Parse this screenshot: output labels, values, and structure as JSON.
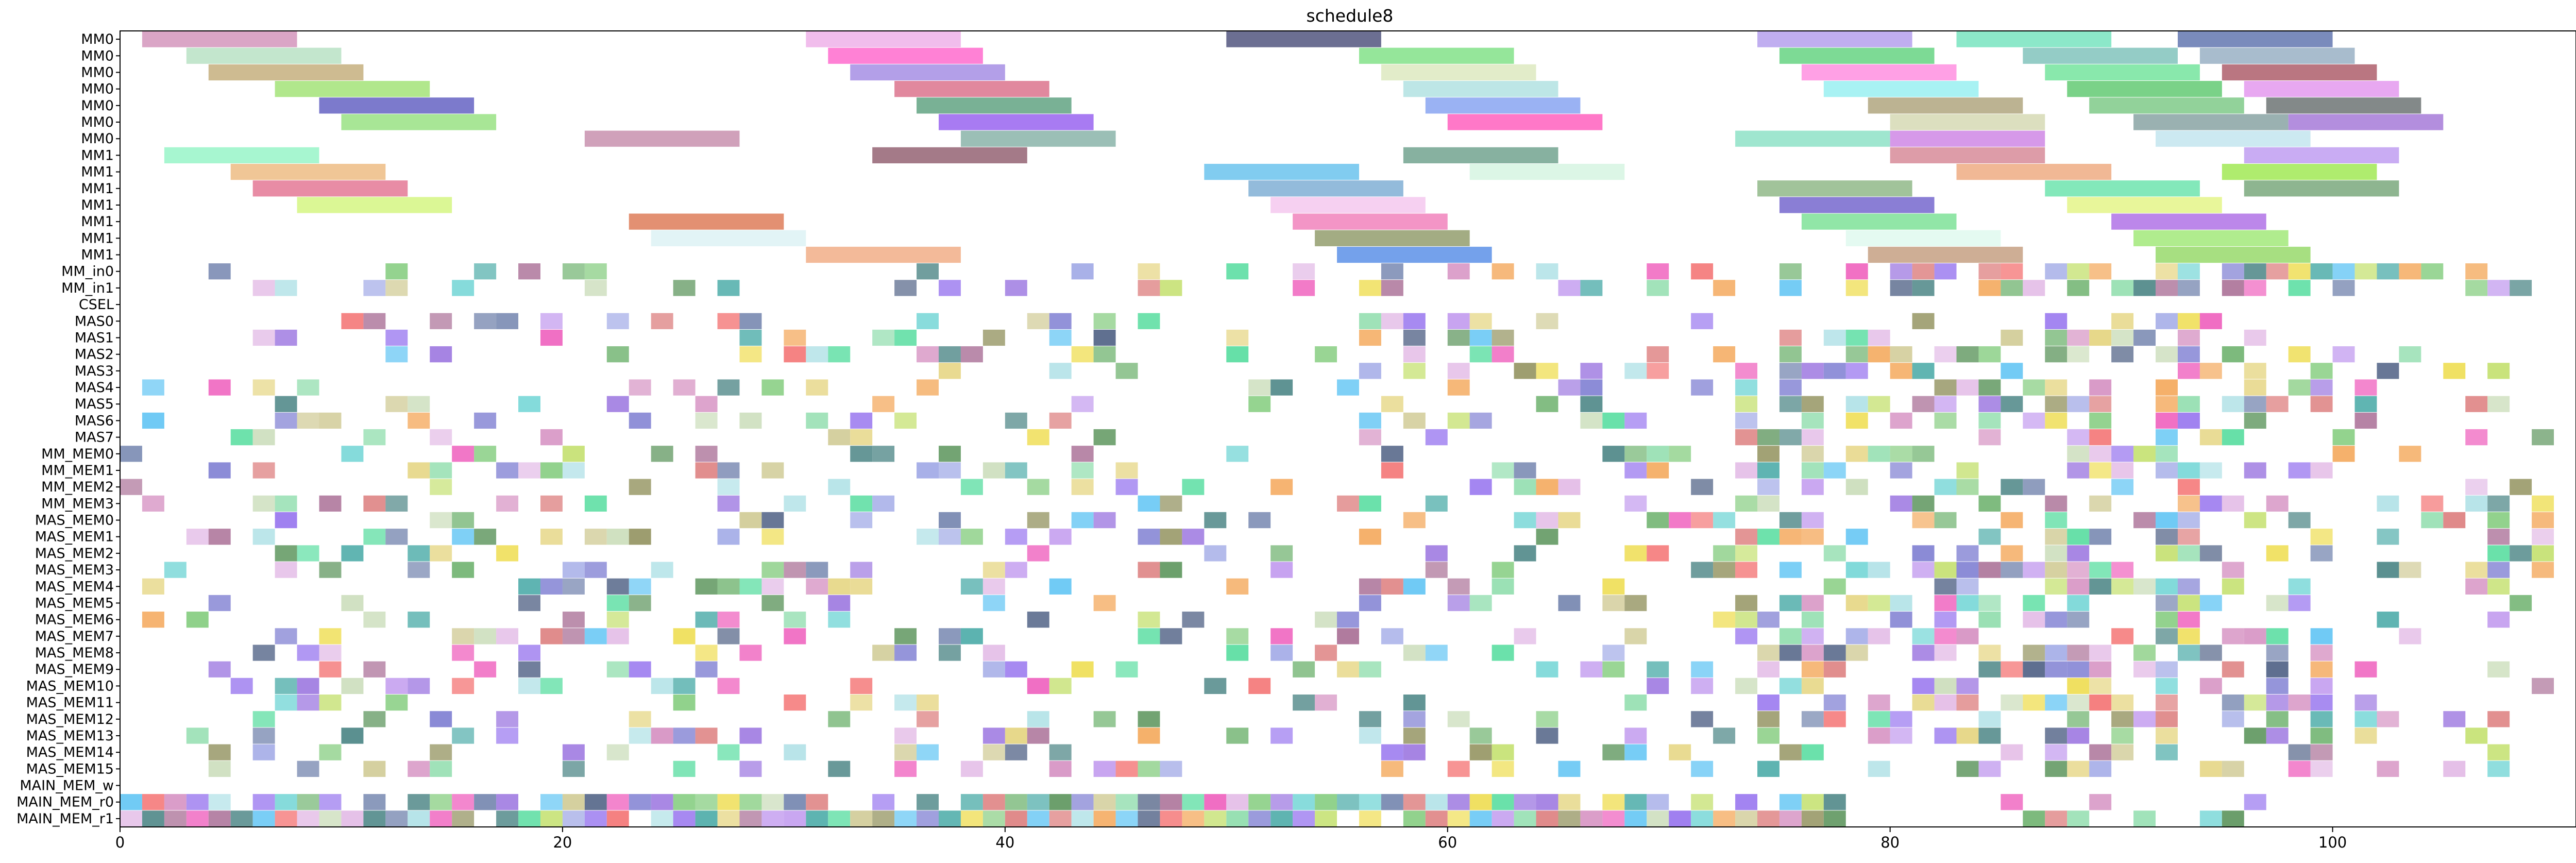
{
  "chart_data": {
    "type": "gantt",
    "title": "schedule8",
    "xlabel": "",
    "ylabel": "",
    "xlim": [
      0,
      111
    ],
    "xticks": [
      0,
      20,
      40,
      60,
      80,
      100
    ],
    "grid": false,
    "legend": "none",
    "rows": [
      "MM0",
      "MM0",
      "MM0",
      "MM0",
      "MM0",
      "MM0",
      "MM0",
      "MM1",
      "MM1",
      "MM1",
      "MM1",
      "MM1",
      "MM1",
      "MM1",
      "MM_in0",
      "MM_in1",
      "CSEL",
      "MAS0",
      "MAS1",
      "MAS2",
      "MAS3",
      "MAS4",
      "MAS5",
      "MAS6",
      "MAS7",
      "MM_MEM0",
      "MM_MEM1",
      "MM_MEM2",
      "MM_MEM3",
      "MAS_MEM0",
      "MAS_MEM1",
      "MAS_MEM2",
      "MAS_MEM3",
      "MAS_MEM4",
      "MAS_MEM5",
      "MAS_MEM6",
      "MAS_MEM7",
      "MAS_MEM8",
      "MAS_MEM9",
      "MAS_MEM10",
      "MAS_MEM11",
      "MAS_MEM12",
      "MAS_MEM13",
      "MAS_MEM14",
      "MAS_MEM15",
      "MAIN_MEM_w",
      "MAIN_MEM_r0",
      "MAIN_MEM_r1"
    ],
    "bars": [
      {
        "row": 0,
        "start": 1,
        "end": 8,
        "color": "#d69bc0"
      },
      {
        "row": 0,
        "start": 31,
        "end": 38,
        "color": "#efb6ea"
      },
      {
        "row": 0,
        "start": 50,
        "end": 57,
        "color": "#5c5f86"
      },
      {
        "row": 0,
        "start": 74,
        "end": 81,
        "color": "#b9a5ee"
      },
      {
        "row": 0,
        "start": 83,
        "end": 90,
        "color": "#7fe6c3"
      },
      {
        "row": 0,
        "start": 93,
        "end": 100,
        "color": "#6c7eb5"
      },
      {
        "row": 1,
        "start": 3,
        "end": 10,
        "color": "#bde3c8"
      },
      {
        "row": 1,
        "start": 32,
        "end": 39,
        "color": "#ff73d0"
      },
      {
        "row": 1,
        "start": 56,
        "end": 63,
        "color": "#8ae38f"
      },
      {
        "row": 1,
        "start": 75,
        "end": 82,
        "color": "#6fd68a"
      },
      {
        "row": 1,
        "start": 86,
        "end": 93,
        "color": "#88c7c0"
      },
      {
        "row": 1,
        "start": 94,
        "end": 101,
        "color": "#9fb5c8"
      },
      {
        "row": 2,
        "start": 4,
        "end": 11,
        "color": "#c9b485"
      },
      {
        "row": 2,
        "start": 33,
        "end": 40,
        "color": "#ab95e6"
      },
      {
        "row": 2,
        "start": 57,
        "end": 64,
        "color": "#dfeac3"
      },
      {
        "row": 2,
        "start": 76,
        "end": 83,
        "color": "#ff96e2"
      },
      {
        "row": 2,
        "start": 87,
        "end": 94,
        "color": "#7ce6a3"
      },
      {
        "row": 2,
        "start": 95,
        "end": 102,
        "color": "#b26773"
      },
      {
        "row": 3,
        "start": 7,
        "end": 14,
        "color": "#a8e47f"
      },
      {
        "row": 3,
        "start": 35,
        "end": 42,
        "color": "#de7b93"
      },
      {
        "row": 3,
        "start": 58,
        "end": 65,
        "color": "#b6e3e3"
      },
      {
        "row": 3,
        "start": 77,
        "end": 84,
        "color": "#9ef1f2"
      },
      {
        "row": 3,
        "start": 88,
        "end": 95,
        "color": "#6ccd7b"
      },
      {
        "row": 3,
        "start": 96,
        "end": 103,
        "color": "#e59ff0"
      },
      {
        "row": 4,
        "start": 9,
        "end": 16,
        "color": "#6e6bc7"
      },
      {
        "row": 4,
        "start": 36,
        "end": 43,
        "color": "#6aa88a"
      },
      {
        "row": 4,
        "start": 59,
        "end": 66,
        "color": "#8faaf2"
      },
      {
        "row": 4,
        "start": 79,
        "end": 86,
        "color": "#b5ab86"
      },
      {
        "row": 4,
        "start": 89,
        "end": 96,
        "color": "#86cd8f"
      },
      {
        "row": 4,
        "start": 97,
        "end": 104,
        "color": "#767c7c"
      },
      {
        "row": 5,
        "start": 10,
        "end": 17,
        "color": "#9ee38b"
      },
      {
        "row": 5,
        "start": 37,
        "end": 44,
        "color": "#9f6df1"
      },
      {
        "row": 5,
        "start": 60,
        "end": 67,
        "color": "#ff69c2"
      },
      {
        "row": 5,
        "start": 80,
        "end": 87,
        "color": "#d8dbb8"
      },
      {
        "row": 5,
        "start": 91,
        "end": 98,
        "color": "#8fa8a8"
      },
      {
        "row": 5,
        "start": 98,
        "end": 105,
        "color": "#ab82da"
      },
      {
        "row": 6,
        "start": 21,
        "end": 28,
        "color": "#cb97b2"
      },
      {
        "row": 6,
        "start": 38,
        "end": 45,
        "color": "#90b8ae"
      },
      {
        "row": 6,
        "start": 73,
        "end": 80,
        "color": "#95e3ca"
      },
      {
        "row": 6,
        "start": 80,
        "end": 87,
        "color": "#d28ee7"
      },
      {
        "row": 6,
        "start": 92,
        "end": 99,
        "color": "#c6e7ef"
      },
      {
        "row": 7,
        "start": 2,
        "end": 9,
        "color": "#9df5cb"
      },
      {
        "row": 7,
        "start": 34,
        "end": 41,
        "color": "#9a6c7b"
      },
      {
        "row": 7,
        "start": 58,
        "end": 65,
        "color": "#7aa896"
      },
      {
        "row": 7,
        "start": 80,
        "end": 87,
        "color": "#d9919e"
      },
      {
        "row": 7,
        "start": 96,
        "end": 103,
        "color": "#c3a3f2"
      },
      {
        "row": 8,
        "start": 5,
        "end": 12,
        "color": "#eec08b"
      },
      {
        "row": 8,
        "start": 49,
        "end": 56,
        "color": "#73c6ee"
      },
      {
        "row": 8,
        "start": 61,
        "end": 68,
        "color": "#d8f5e3"
      },
      {
        "row": 8,
        "start": 83,
        "end": 90,
        "color": "#efb08a"
      },
      {
        "row": 8,
        "start": 95,
        "end": 102,
        "color": "#a6ea5e"
      },
      {
        "row": 9,
        "start": 6,
        "end": 13,
        "color": "#e57f9b"
      },
      {
        "row": 9,
        "start": 51,
        "end": 58,
        "color": "#87b4d7"
      },
      {
        "row": 9,
        "start": 74,
        "end": 81,
        "color": "#97bd8f"
      },
      {
        "row": 9,
        "start": 87,
        "end": 94,
        "color": "#76e5b2"
      },
      {
        "row": 9,
        "start": 96,
        "end": 103,
        "color": "#82ad84"
      },
      {
        "row": 10,
        "start": 8,
        "end": 15,
        "color": "#d7f68a"
      },
      {
        "row": 10,
        "start": 52,
        "end": 59,
        "color": "#f5cbef"
      },
      {
        "row": 10,
        "start": 75,
        "end": 82,
        "color": "#7d70d0"
      },
      {
        "row": 10,
        "start": 88,
        "end": 95,
        "color": "#e5f58f"
      },
      {
        "row": 11,
        "start": 23,
        "end": 30,
        "color": "#e08463"
      },
      {
        "row": 11,
        "start": 53,
        "end": 60,
        "color": "#f28ac0"
      },
      {
        "row": 11,
        "start": 76,
        "end": 83,
        "color": "#85e39d"
      },
      {
        "row": 11,
        "start": 90,
        "end": 97,
        "color": "#b57ae8"
      },
      {
        "row": 12,
        "start": 24,
        "end": 31,
        "color": "#dff3f5"
      },
      {
        "row": 12,
        "start": 54,
        "end": 61,
        "color": "#99a376"
      },
      {
        "row": 12,
        "start": 78,
        "end": 85,
        "color": "#e1f9ef"
      },
      {
        "row": 12,
        "start": 91,
        "end": 98,
        "color": "#a7ea82"
      },
      {
        "row": 13,
        "start": 31,
        "end": 38,
        "color": "#f2b38e"
      },
      {
        "row": 13,
        "start": 55,
        "end": 62,
        "color": "#6597e9"
      },
      {
        "row": 13,
        "start": 79,
        "end": 86,
        "color": "#c9a58a"
      },
      {
        "row": 13,
        "start": 92,
        "end": 99,
        "color": "#9ddc73"
      }
    ]
  }
}
